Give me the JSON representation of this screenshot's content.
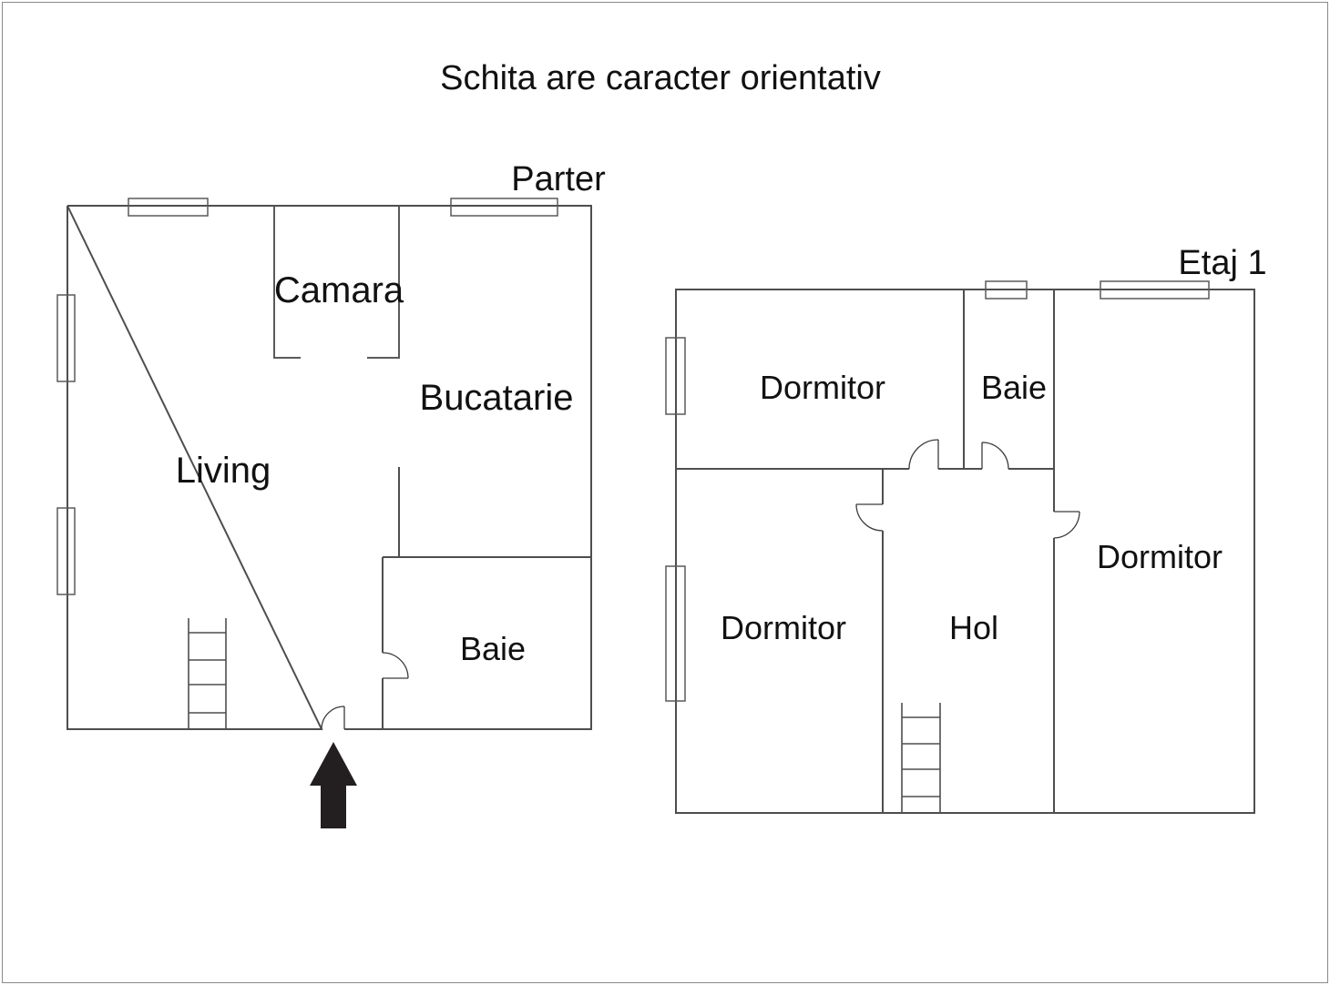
{
  "title": "Schita are caracter orientativ",
  "parter": {
    "label": "Parter",
    "rooms": {
      "living": "Living",
      "camara": "Camara",
      "bucatarie": "Bucatarie",
      "baie": "Baie"
    }
  },
  "etaj1": {
    "label": "Etaj 1",
    "rooms": {
      "dormitor_top": "Dormitor",
      "baie": "Baie",
      "dormitor_left": "Dormitor",
      "hol": "Hol",
      "dormitor_right": "Dormitor"
    }
  },
  "colors": {
    "wall": "#4e4e4e",
    "window": "#5a5a5a",
    "door": "#3c3c3c",
    "text": "#111111",
    "arrow": "#231f20"
  }
}
